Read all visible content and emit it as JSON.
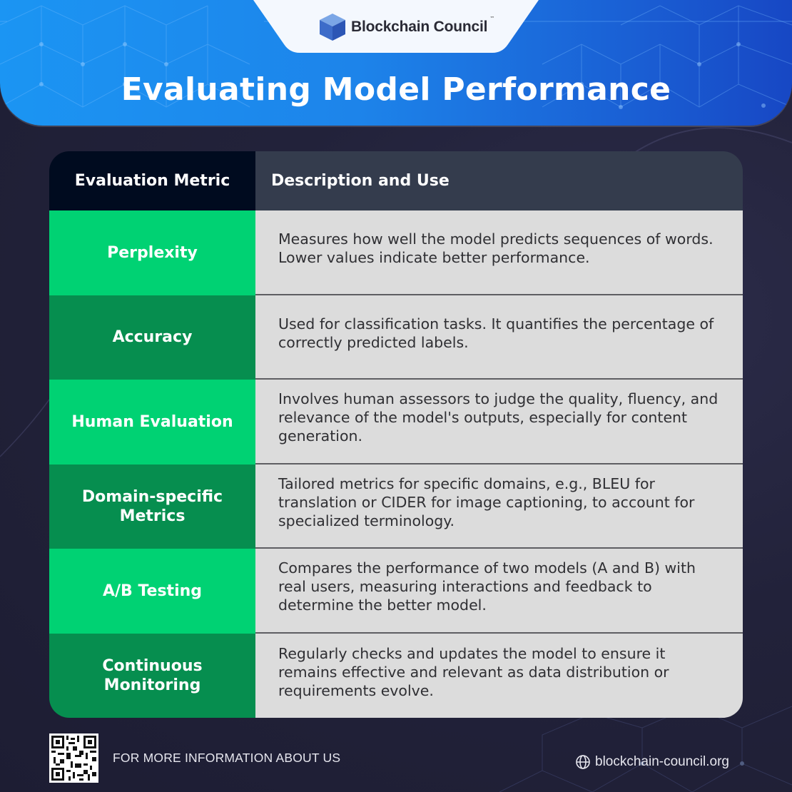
{
  "brand": {
    "name": "Blockchain Council",
    "trademark": "™",
    "logo_icon": "cube-icon"
  },
  "title": "Evaluating Model Performance",
  "colors": {
    "header_blue_start": "#1b95f3",
    "header_blue_end": "#1747c4",
    "metric_green_light": "#00d273",
    "metric_green_dark": "#068e4f",
    "table_header_left": "#000b1f",
    "table_header_right": "#343c4d",
    "description_bg": "#dcdcdc",
    "page_bg": "#22223a"
  },
  "table": {
    "headers": [
      "Evaluation Metric",
      "Description and Use"
    ],
    "rows": [
      {
        "metric": "Perplexity",
        "description": "Measures how well the model predicts sequences of words. Lower values indicate better performance."
      },
      {
        "metric": "Accuracy",
        "description": "Used for classification tasks. It quantifies the percentage of correctly predicted labels."
      },
      {
        "metric": "Human Evaluation",
        "description": "Involves human assessors to judge the quality, fluency, and relevance of the model's outputs, especially for content generation."
      },
      {
        "metric": "Domain-specific Metrics",
        "description": "Tailored metrics for specific domains, e.g., BLEU for translation or CIDER for image captioning, to account for specialized terminology."
      },
      {
        "metric": "A/B Testing",
        "description": "Compares the performance of two models (A and B) with real users, measuring interactions and feedback to determine the better model."
      },
      {
        "metric": "Continuous Monitoring",
        "description": "Regularly checks and updates the model to ensure it remains effective and relevant as data distribution or requirements evolve."
      }
    ]
  },
  "footer": {
    "qr_icon": "qr-code-icon",
    "info_text": "FOR MORE INFORMATION ABOUT US",
    "website_icon": "globe-icon",
    "website": "blockchain-council.org"
  }
}
